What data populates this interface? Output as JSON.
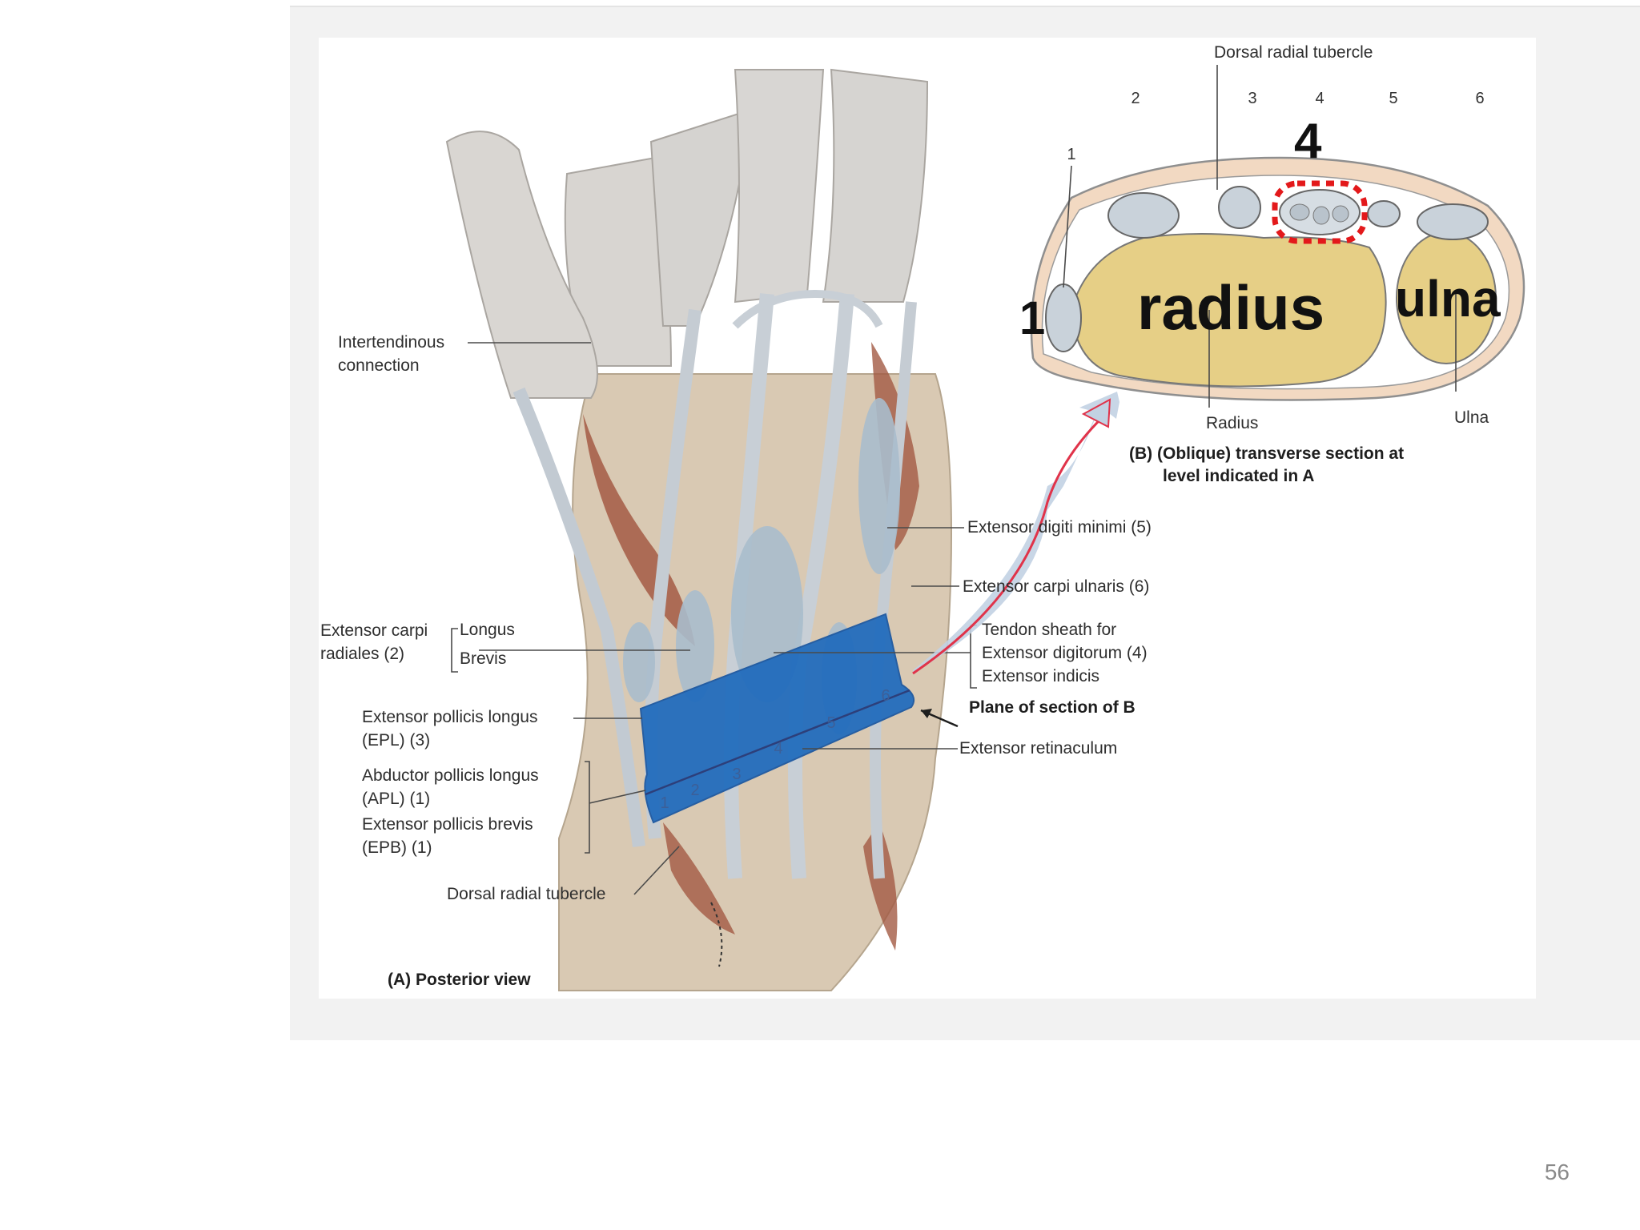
{
  "figure": {
    "panel_a": {
      "caption": "(A) Posterior view",
      "labels": {
        "intertendinous_1": "Intertendinous",
        "intertendinous_2": "connection",
        "ecr_1": "Extensor carpi",
        "ecr_2": "radiales (2)",
        "longus": "Longus",
        "brevis": "Brevis",
        "epl_1": "Extensor pollicis longus",
        "epl_2": "(EPL) (3)",
        "apl_1": "Abductor pollicis longus",
        "apl_2": "(APL) (1)",
        "epb_1": "Extensor pollicis brevis",
        "epb_2": "(EPB) (1)",
        "dorsal_radial_tubercle": "Dorsal radial tubercle",
        "edm": "Extensor digiti minimi (5)",
        "ecu": "Extensor carpi ulnaris (6)",
        "sheath_1": "Tendon sheath for",
        "sheath_2": "Extensor digitorum (4)",
        "sheath_3": "Extensor indicis",
        "plane": "Plane of section of B",
        "retinaculum": "Extensor retinaculum"
      },
      "band_numbers": [
        "1",
        "2",
        "3",
        "4",
        "5",
        "6"
      ]
    },
    "panel_b": {
      "caption_1": "(B) (Oblique) transverse section at",
      "caption_2": "level indicated in A",
      "dorsal_radial_tubercle": "Dorsal radial tubercle",
      "compartment_numbers": [
        "1",
        "2",
        "3",
        "4",
        "5",
        "6"
      ],
      "radius_label": "Radius",
      "ulna_label": "Ulna"
    },
    "annotations": {
      "radius": "radius",
      "ulna": "ulna",
      "num_1": "1",
      "num_4": "4"
    },
    "colors": {
      "band_fill": "#1f6bbd",
      "highlight_dashed_outline": "#e3191b",
      "arrow": "#e0334a",
      "arrow_fill": "#c2d2e3",
      "bone_fill": "#e6cf86",
      "tendon": "#b7c6d4",
      "muscle": "#a35a44"
    }
  },
  "page_number": "56"
}
